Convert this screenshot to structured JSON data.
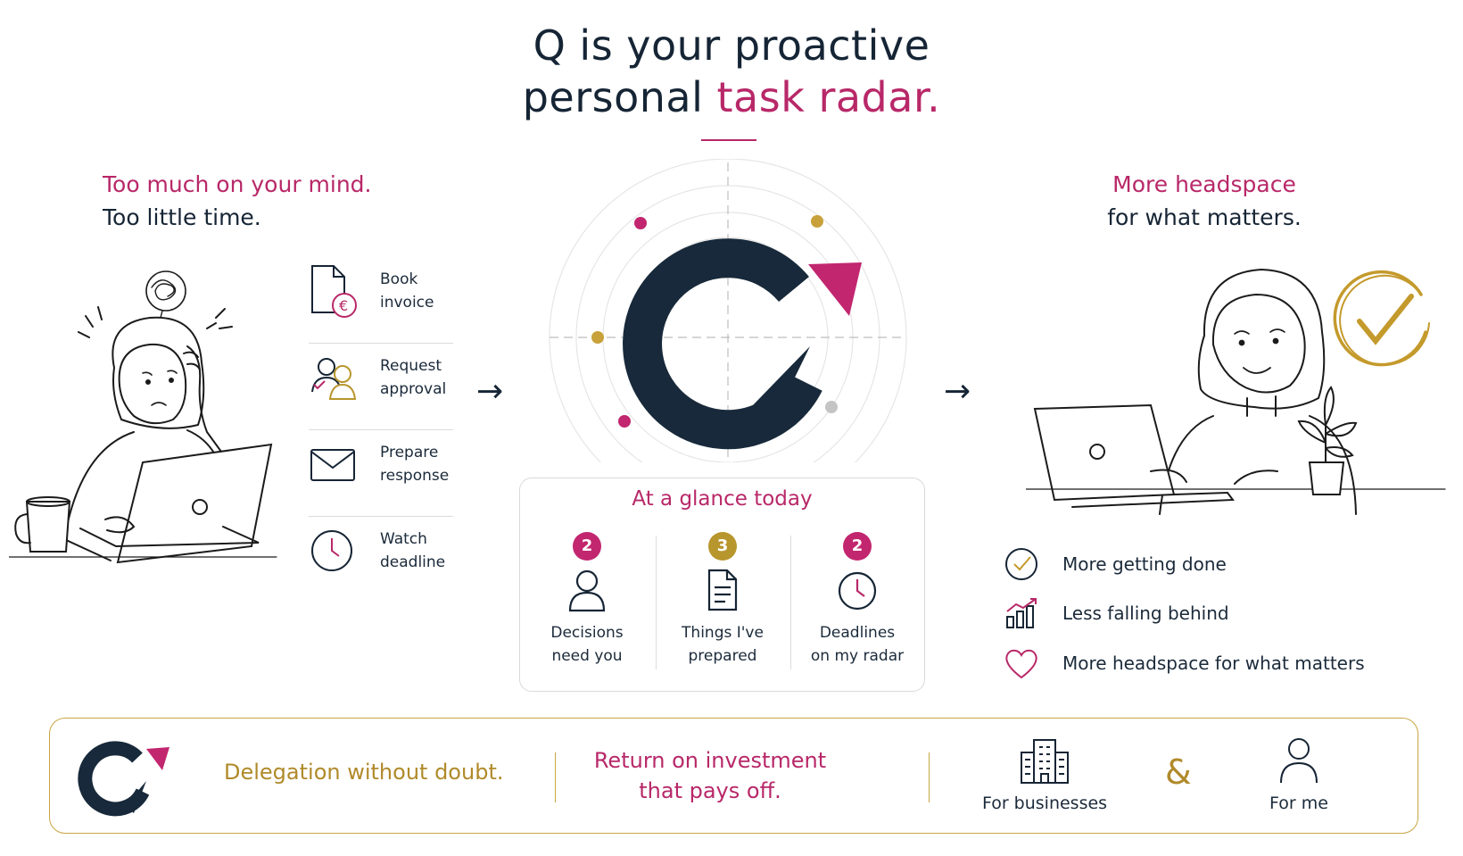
{
  "headline": {
    "line1": "Q is your proactive",
    "line2_plain": "personal ",
    "line2_accent": "task radar."
  },
  "left": {
    "heading_pink": "Too much on your mind.",
    "heading_dark": "Too little time.",
    "tasks": [
      {
        "icon": "invoice-euro-icon",
        "label": "Book invoice"
      },
      {
        "icon": "people-approval-icon",
        "label": "Request approval"
      },
      {
        "icon": "envelope-icon",
        "label": "Prepare response"
      },
      {
        "icon": "clock-icon",
        "label": "Watch deadline"
      }
    ]
  },
  "glance": {
    "title": "At a glance today",
    "items": [
      {
        "count": "2",
        "icon": "person-icon",
        "label_line1": "Decisions",
        "label_line2": "need you",
        "color": "#b82868"
      },
      {
        "count": "3",
        "icon": "document-icon",
        "label_line1": "Things I've",
        "label_line2": "prepared",
        "color": "#b8962e"
      },
      {
        "count": "2",
        "icon": "clock-icon",
        "label_line1": "Deadlines",
        "label_line2": "on my radar",
        "color": "#b82868"
      }
    ]
  },
  "right": {
    "heading_pink": "More headspace",
    "heading_dark": "for what matters.",
    "benefits": [
      {
        "icon": "check-circle-icon",
        "label": "More getting done"
      },
      {
        "icon": "growth-chart-icon",
        "label": "Less falling behind"
      },
      {
        "icon": "heart-icon",
        "label": "More headspace for what matters"
      }
    ]
  },
  "footer": {
    "tagline": "Delegation without doubt.",
    "roi_line1": "Return on investment",
    "roi_line2": "that pays off.",
    "audience_business": "For businesses",
    "ampersand": "&",
    "audience_me": "For me"
  },
  "colors": {
    "navy": "#162535",
    "magenta": "#b82868",
    "gold": "#b8962e"
  }
}
